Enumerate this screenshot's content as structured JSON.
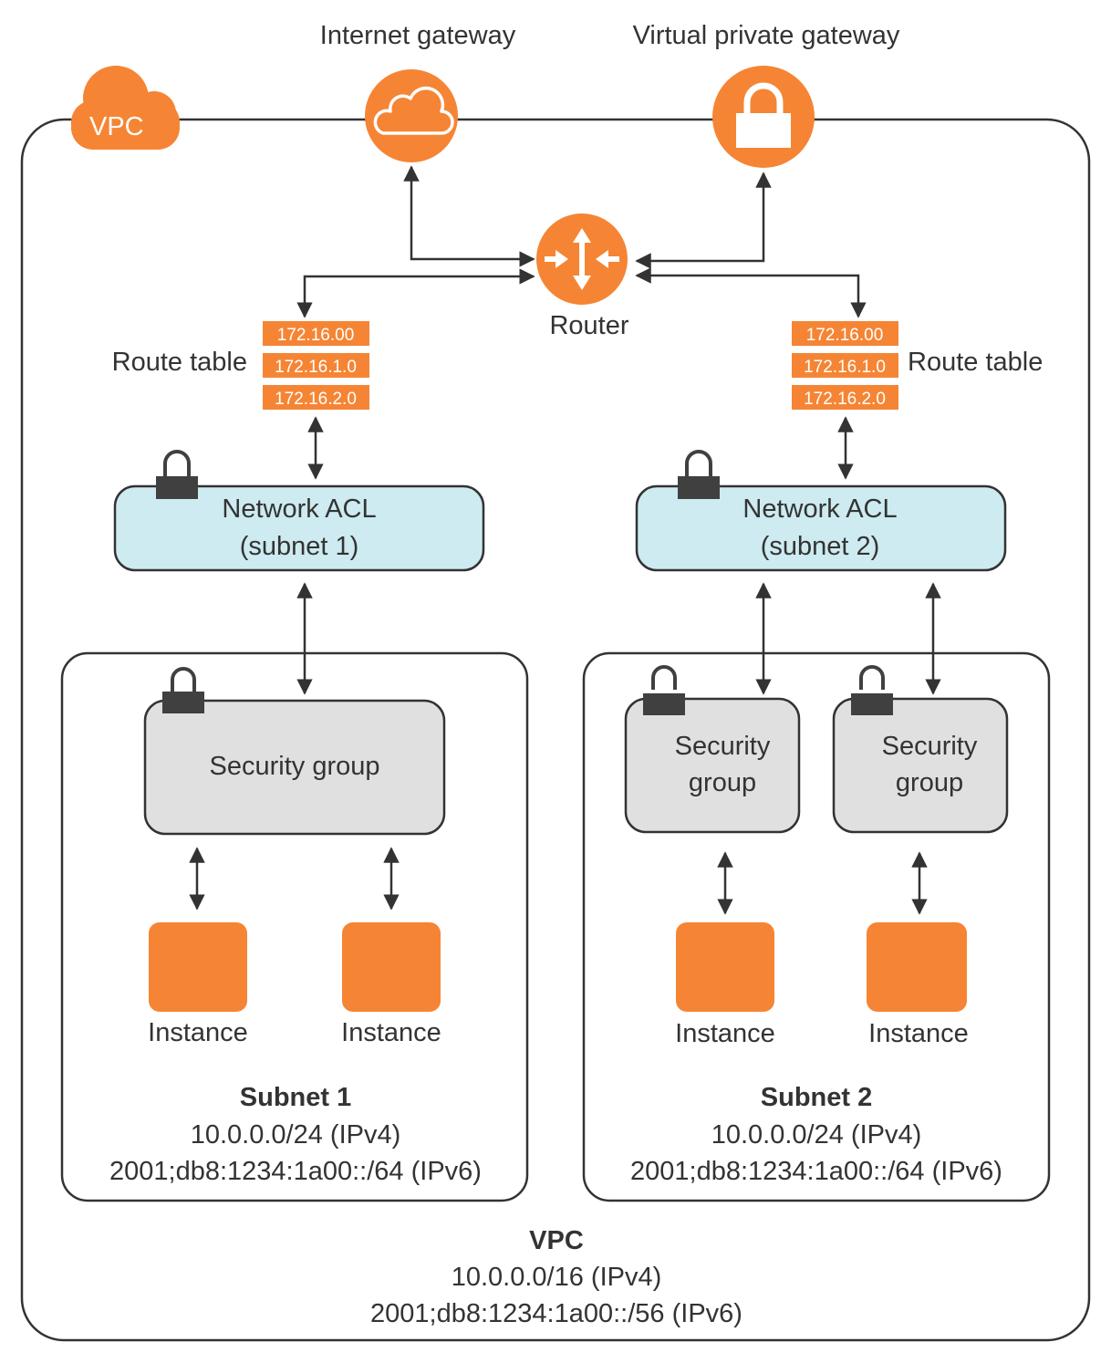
{
  "colors": {
    "accent_orange": "#F58534",
    "acl_fill": "#CDEBF0",
    "sg_fill": "#E0E0E0",
    "stroke": "#333333",
    "lock": "#404040"
  },
  "top": {
    "internet_gateway": {
      "label": "Internet gateway",
      "icon": "cloud-icon"
    },
    "virtual_private_gateway": {
      "label": "Virtual private gateway",
      "icon": "lock-icon"
    },
    "vpc_badge": "VPC",
    "router": {
      "label": "Router",
      "icon": "router-icon"
    }
  },
  "route_tables": {
    "left": {
      "label": "Route table",
      "entries": [
        "172.16.00",
        "172.16.1.0",
        "172.16.2.0"
      ]
    },
    "right": {
      "label": "Route table",
      "entries": [
        "172.16.00",
        "172.16.1.0",
        "172.16.2.0"
      ]
    }
  },
  "acls": {
    "subnet1": {
      "line1": "Network ACL",
      "line2": "(subnet 1)"
    },
    "subnet2": {
      "line1": "Network ACL",
      "line2": "(subnet 2)"
    }
  },
  "subnet1": {
    "security_group": "Security group",
    "instances": [
      "Instance",
      "Instance"
    ],
    "name": "Subnet 1",
    "ipv4": "10.0.0.0/24 (IPv4)",
    "ipv6": "2001;db8:1234:1a00::/64 (IPv6)"
  },
  "subnet2": {
    "security_groups": [
      {
        "line1": "Security",
        "line2": "group"
      },
      {
        "line1": "Security",
        "line2": "group"
      }
    ],
    "instances": [
      "Instance",
      "Instance"
    ],
    "name": "Subnet 2",
    "ipv4": "10.0.0.0/24 (IPv4)",
    "ipv6": "2001;db8:1234:1a00::/64 (IPv6)"
  },
  "vpc": {
    "name": "VPC",
    "ipv4": "10.0.0.0/16 (IPv4)",
    "ipv6": "2001;db8:1234:1a00::/56 (IPv6)"
  }
}
